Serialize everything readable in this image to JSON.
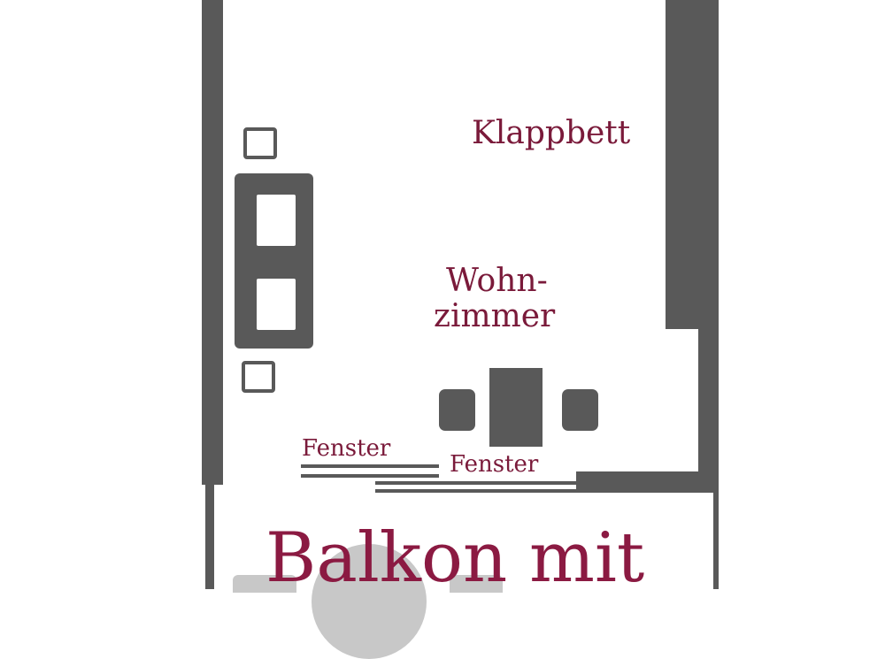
{
  "floorplan": {
    "rooms": {
      "klappbett": {
        "label": "Klappbett"
      },
      "wohnzimmer": {
        "label_line1": "Wohn-",
        "label_line2": "zimmer"
      },
      "balkon": {
        "label": "Balkon mit"
      }
    },
    "windows": [
      {
        "label": "Fenster"
      },
      {
        "label": "Fenster"
      }
    ]
  },
  "colors": {
    "wall": "#595959",
    "label": "#7a1a3a",
    "balkon_label": "#8b1a42",
    "balkon_furniture": "#c8c8c8"
  }
}
